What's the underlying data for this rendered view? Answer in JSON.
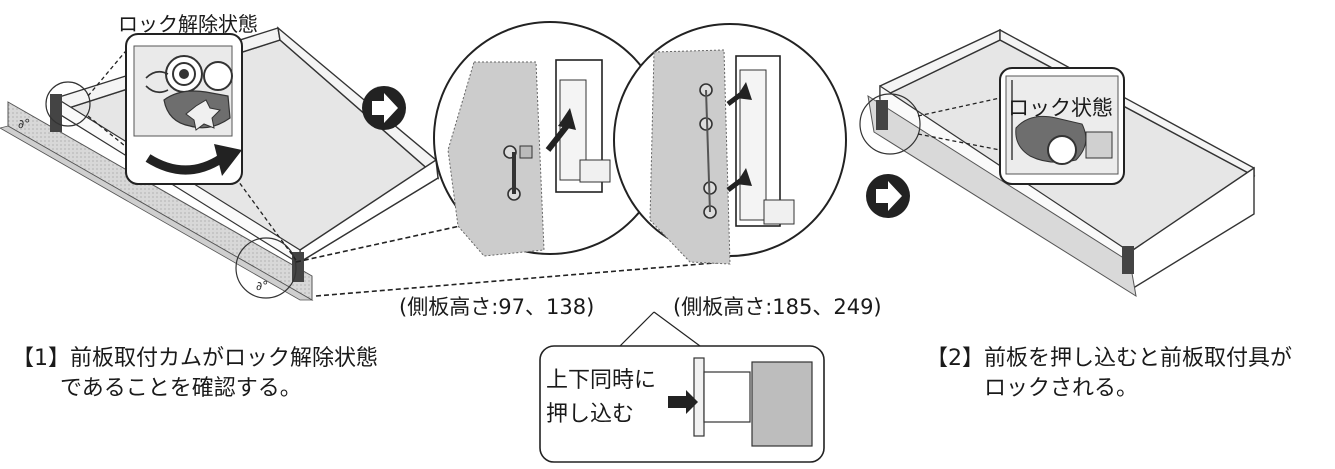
{
  "labels": {
    "unlock_state": "ロック解除状態",
    "lock_state": "ロック状態",
    "height_small": "(側板高さ:97、138)",
    "height_large": "(側板高さ:185、249)"
  },
  "steps": [
    {
      "line1": "【1】前板取付カムがロック解除状態",
      "line2": "であることを確認する。"
    },
    {
      "line1": "【2】前板を押し込むと前板取付具が",
      "line2": "ロックされる。"
    }
  ],
  "callout": {
    "line1": "上下同時に",
    "line2": "押し込む"
  },
  "colors": {
    "line": "#1a1a1a",
    "panel_gray": "#d6d6d6",
    "dark_gray": "#6e6e6e",
    "light_gray": "#eeeeee"
  },
  "icons": [
    "arrow-right-icon",
    "arrow-right-icon"
  ]
}
